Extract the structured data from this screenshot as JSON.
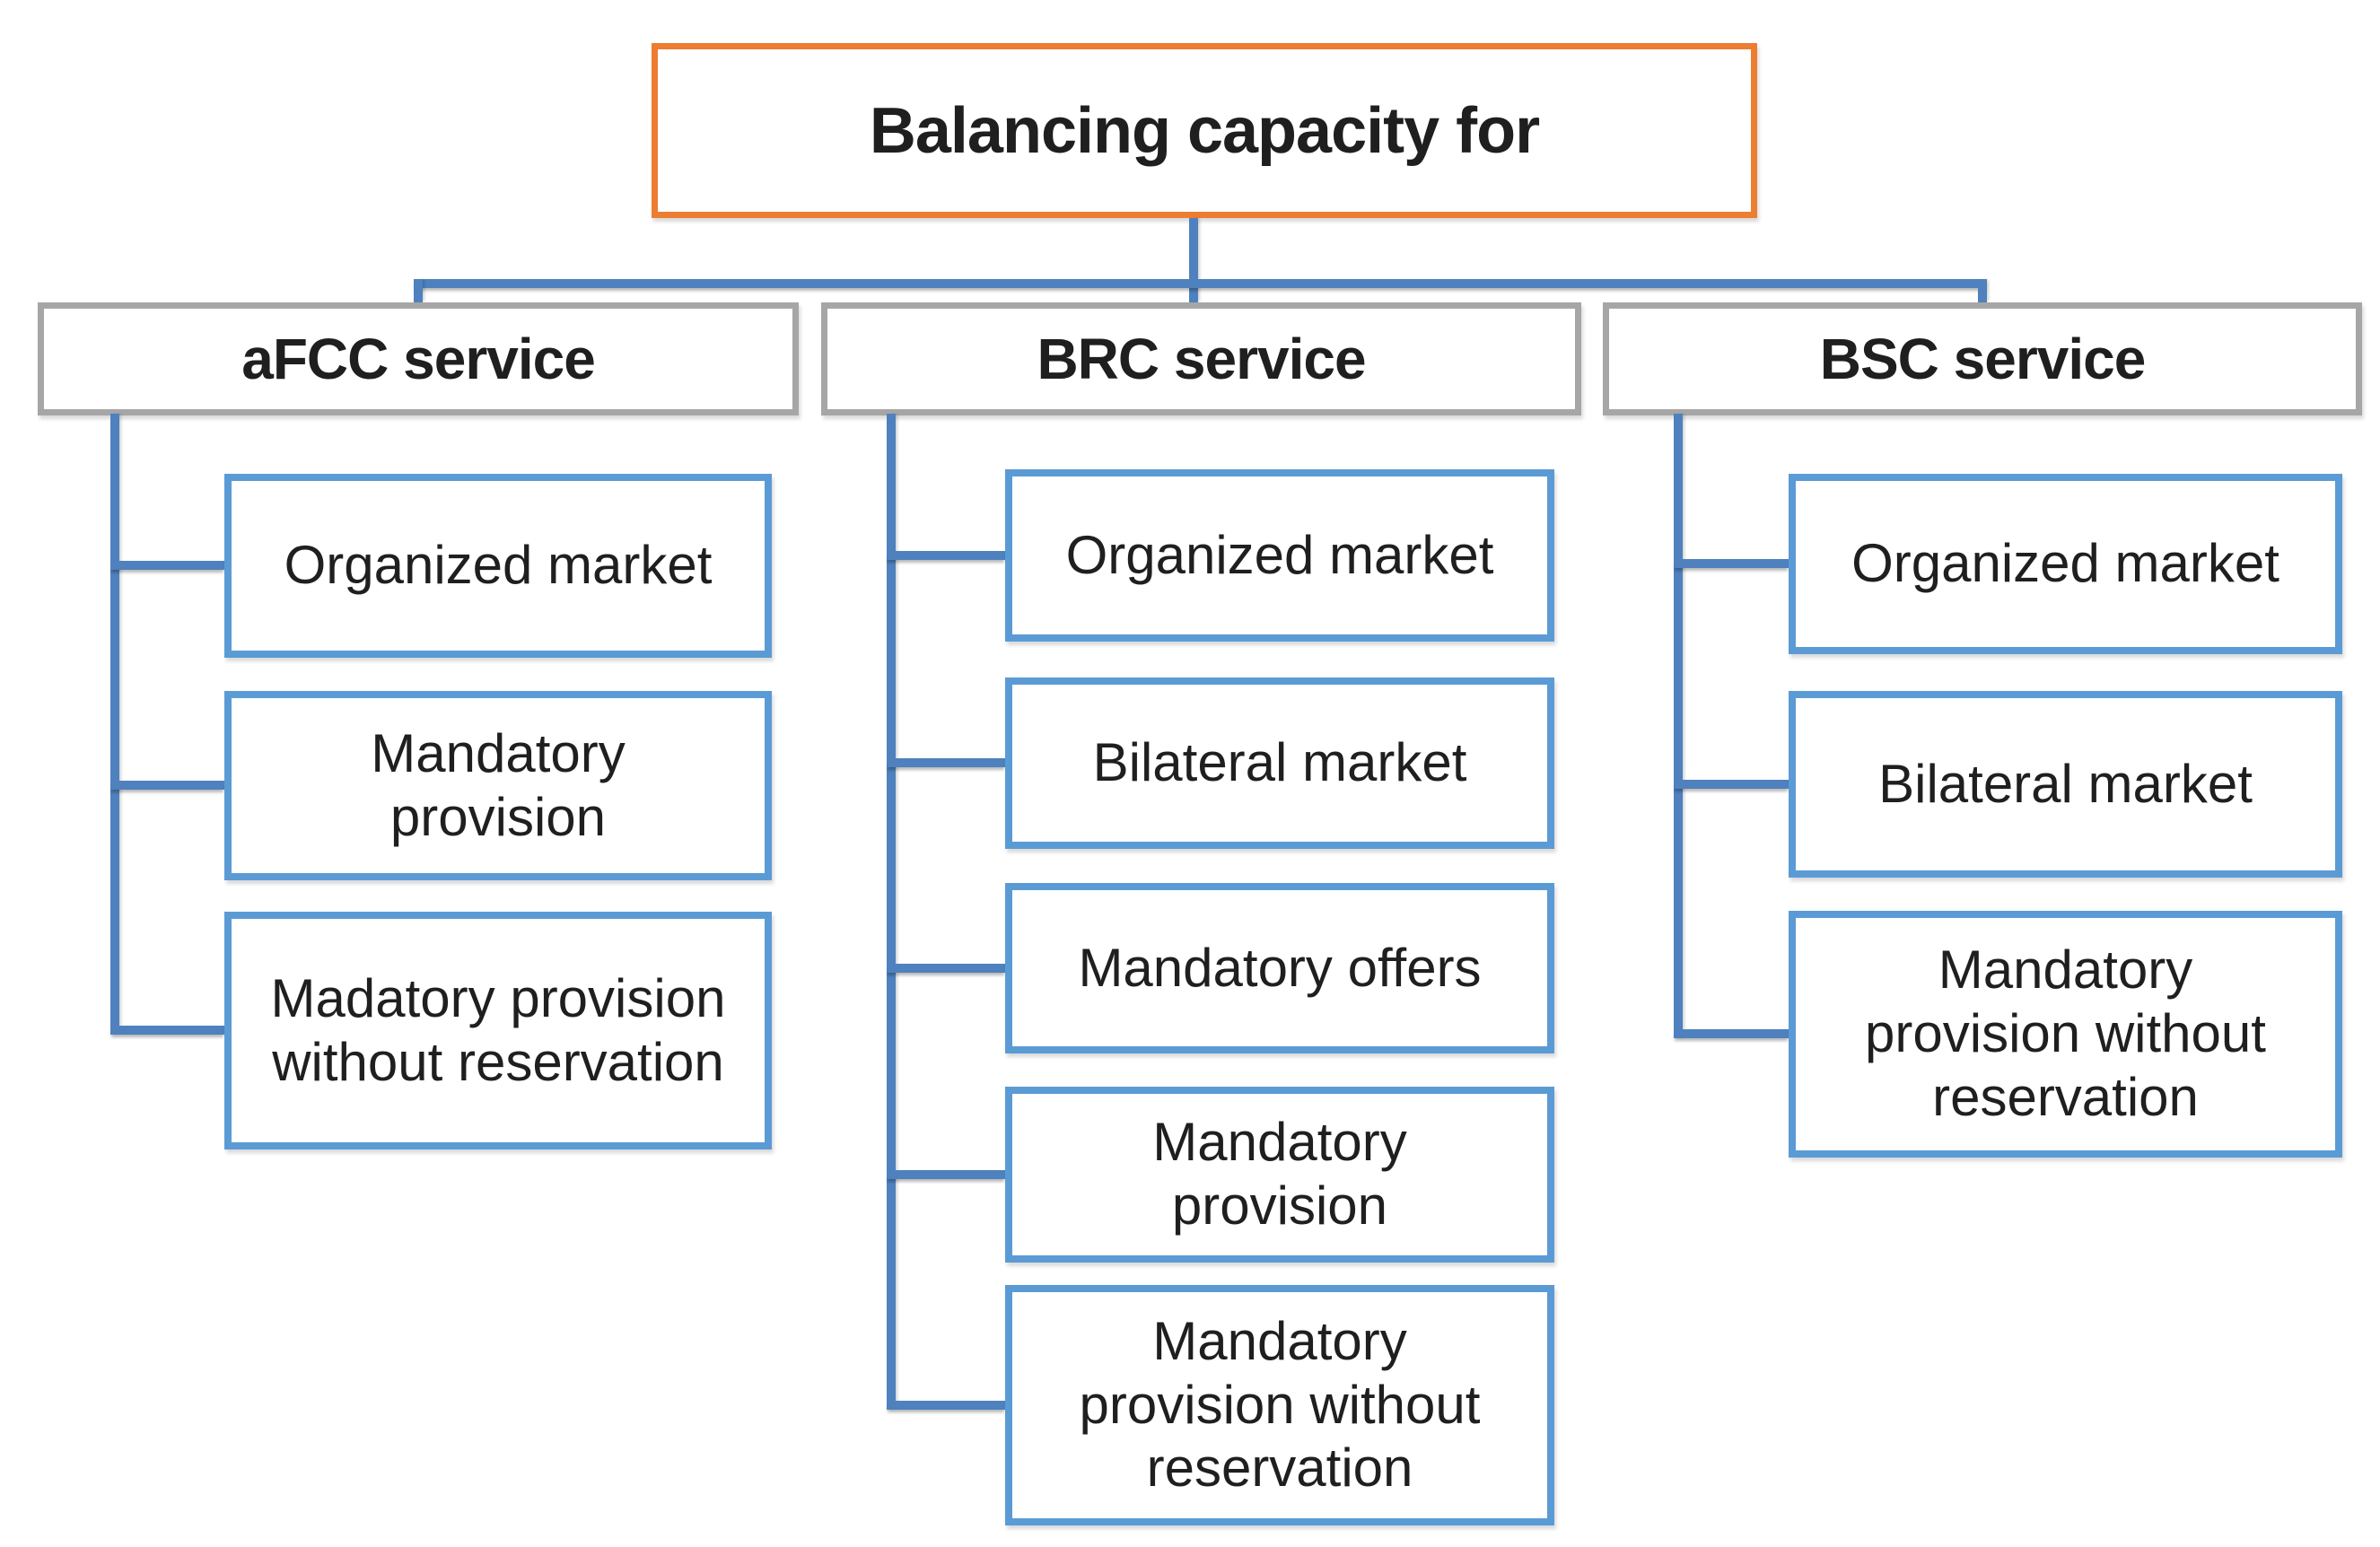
{
  "diagram": {
    "title": "Balancing capacity for",
    "columns": [
      {
        "header": "aFCC service",
        "children": [
          "Organized market",
          "Mandatory\nprovision",
          "Madatory provision\nwithout reservation"
        ]
      },
      {
        "header": "BRC service",
        "children": [
          "Organized market",
          "Bilateral market",
          "Mandatory offers",
          "Mandatory\nprovision",
          "Mandatory\nprovision without\nreservation"
        ]
      },
      {
        "header": "BSC service",
        "children": [
          "Organized market",
          "Bilateral market",
          "Mandatory\nprovision without\nreservation"
        ]
      }
    ]
  },
  "colors": {
    "title_border": "#ED7D31",
    "header_border": "#A6A6A6",
    "child_border": "#5B9BD5",
    "connector": "#4E81BD",
    "text": "#1F1F1F",
    "background": "#FFFFFF"
  }
}
